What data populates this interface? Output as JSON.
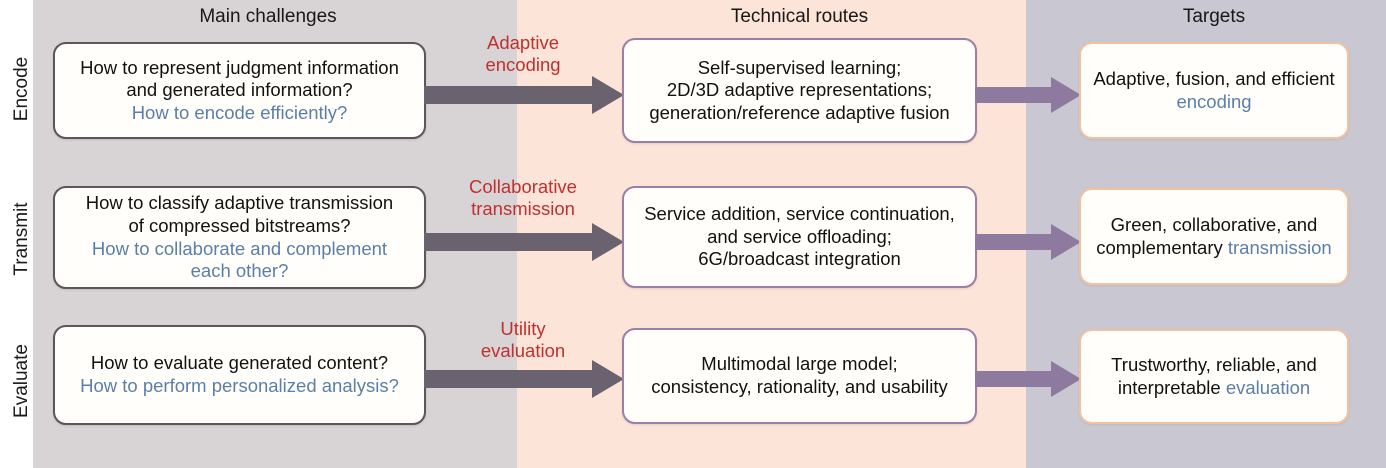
{
  "figure": {
    "columns": [
      {
        "id": "main-challenges",
        "title": "Main challenges",
        "band_color": "#d8d4d6"
      },
      {
        "id": "technical-routes",
        "title": "Technical routes",
        "band_color": "#fce4d8"
      },
      {
        "id": "targets",
        "title": "Targets",
        "band_color": "#c9c8d2"
      }
    ],
    "row_labels": [
      "Encode",
      "Transmit",
      "Evaluate"
    ],
    "colors": {
      "challenge_border": "#5d555a",
      "route_border": "#9b7fa5",
      "target_border": "#f0c2a0",
      "arrow_stage1": "#6b6270",
      "arrow_stage2": "#8d7a9e",
      "highlight_text": "#5b7fa8",
      "arrow_label_text": "#c0302e"
    },
    "rows": [
      {
        "label": "Encode",
        "challenge": {
          "black_lines": [
            "How to represent judgment information",
            "and generated information?"
          ],
          "blue_lines": [
            "How to encode efficiently?"
          ]
        },
        "arrow_label": "Adaptive\nencoding",
        "route": {
          "lines": [
            "Self-supervised learning;",
            "2D/3D adaptive representations;",
            "generation/reference adaptive fusion"
          ]
        },
        "target": {
          "black_text": "Adaptive, fusion, and efficient",
          "blue_text": "encoding"
        }
      },
      {
        "label": "Transmit",
        "challenge": {
          "black_lines": [
            "How to classify adaptive transmission",
            "of compressed bitstreams?"
          ],
          "blue_lines": [
            "How to collaborate and complement",
            "each other?"
          ]
        },
        "arrow_label": "Collaborative\ntransmission",
        "route": {
          "lines": [
            "Service addition, service continuation,",
            "and service offloading;",
            "6G/broadcast integration"
          ]
        },
        "target": {
          "black_text": "Green, collaborative, and complementary",
          "blue_text": "transmission"
        }
      },
      {
        "label": "Evaluate",
        "challenge": {
          "black_lines": [
            "How to evaluate generated content?"
          ],
          "blue_lines": [
            "How to perform personalized analysis?"
          ]
        },
        "arrow_label": "Utility\nevaluation",
        "route": {
          "lines": [
            "Multimodal large model;",
            "consistency, rationality, and usability"
          ]
        },
        "target": {
          "black_text": "Trustworthy, reliable, and interpretable",
          "blue_text": "evaluation"
        }
      }
    ]
  }
}
